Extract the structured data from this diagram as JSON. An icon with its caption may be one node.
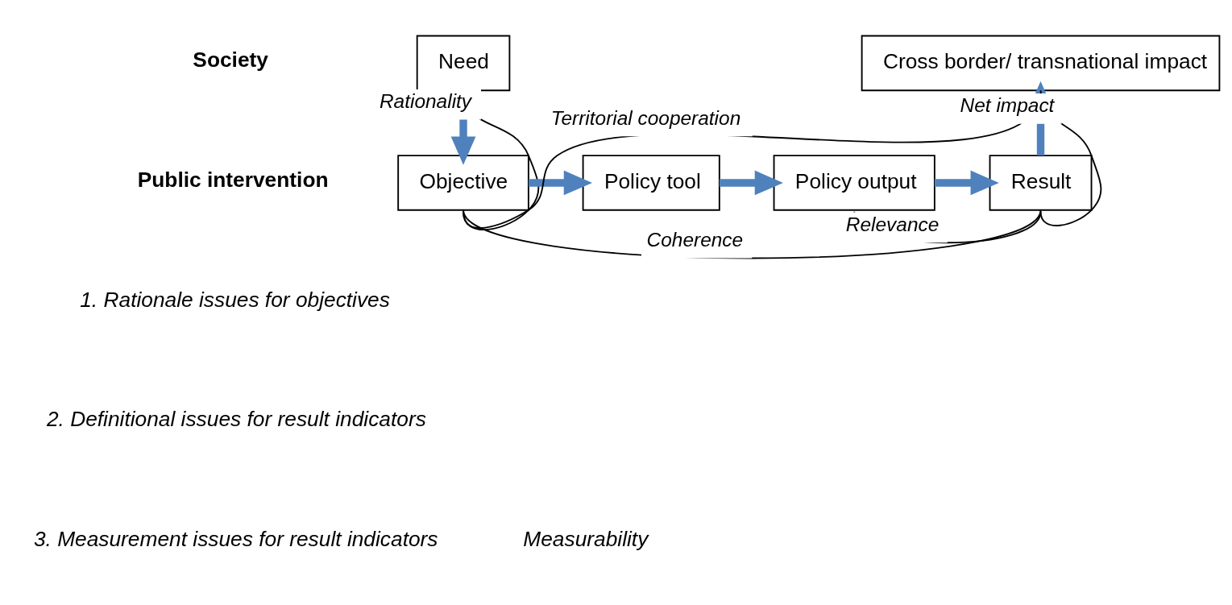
{
  "diagram": {
    "nodes": [
      {
        "text": [
          "Need"
        ]
      },
      {
        "text": [
          "Objective"
        ]
      },
      {
        "text": [
          "Policy tool"
        ]
      },
      {
        "text": [
          "Policy output"
        ]
      },
      {
        "text": [
          "Result"
        ]
      },
      {
        "text": [
          "Cross border/ transnational impact"
        ]
      }
    ],
    "edges": [
      {
        "from": 0,
        "to": 1,
        "arrow": "to",
        "style": "thick",
        "color": "#4f81bd"
      },
      {
        "from": 1,
        "to": 2,
        "arrow": "to",
        "style": "thick",
        "color": "#4f81bd"
      },
      {
        "from": 2,
        "to": 3,
        "arrow": "to",
        "style": "thick",
        "color": "#4f81bd"
      },
      {
        "from": 3,
        "to": 4,
        "arrow": "to",
        "style": "thick",
        "color": "#4f81bd"
      },
      {
        "from": 4,
        "to": 5,
        "arrow": "to",
        "style": "thick",
        "color": "#4f81bd"
      },
      {
        "from": 0,
        "to": 1,
        "arrow": "none",
        "label": "Rationality",
        "color": "#000000"
      },
      {
        "from": 1,
        "to": 5,
        "arrow": "none",
        "label": "Territorial cooperation",
        "color": "#000000"
      },
      {
        "from": 3,
        "to": 4,
        "arrow": "none",
        "label": "Relevance",
        "color": "#000000"
      },
      {
        "from": 4,
        "to": 5,
        "arrow": "none",
        "label": "Net impact",
        "color": "#000000"
      },
      {
        "from": 1,
        "to": 4,
        "arrow": "none",
        "label": "Coherence",
        "color": "#000000"
      }
    ],
    "labels": [
      "Society",
      "Public intervention",
      "1. Rationale issues for objectives",
      "2. Definitional issues for result indicators",
      "3. Measurement issues for result indicators",
      "Measurability"
    ]
  }
}
